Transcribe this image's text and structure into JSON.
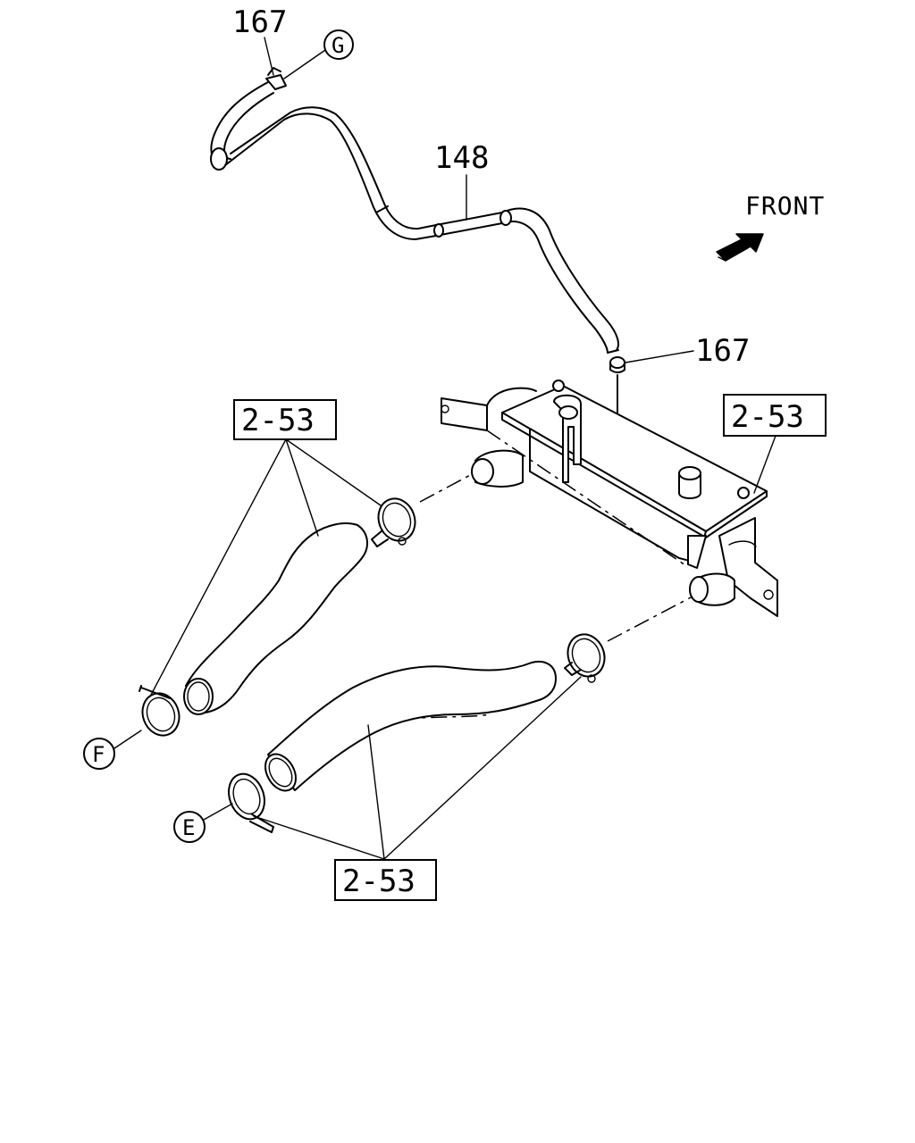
{
  "labels": {
    "part_167_top": "167",
    "part_167_mid": "167",
    "part_148": "148",
    "ref_2_53_left": "2-53",
    "ref_2_53_right": "2-53",
    "ref_2_53_bottom": "2-53",
    "connector_g": "G",
    "connector_f": "F",
    "connector_e": "E",
    "front": "FRONT"
  }
}
